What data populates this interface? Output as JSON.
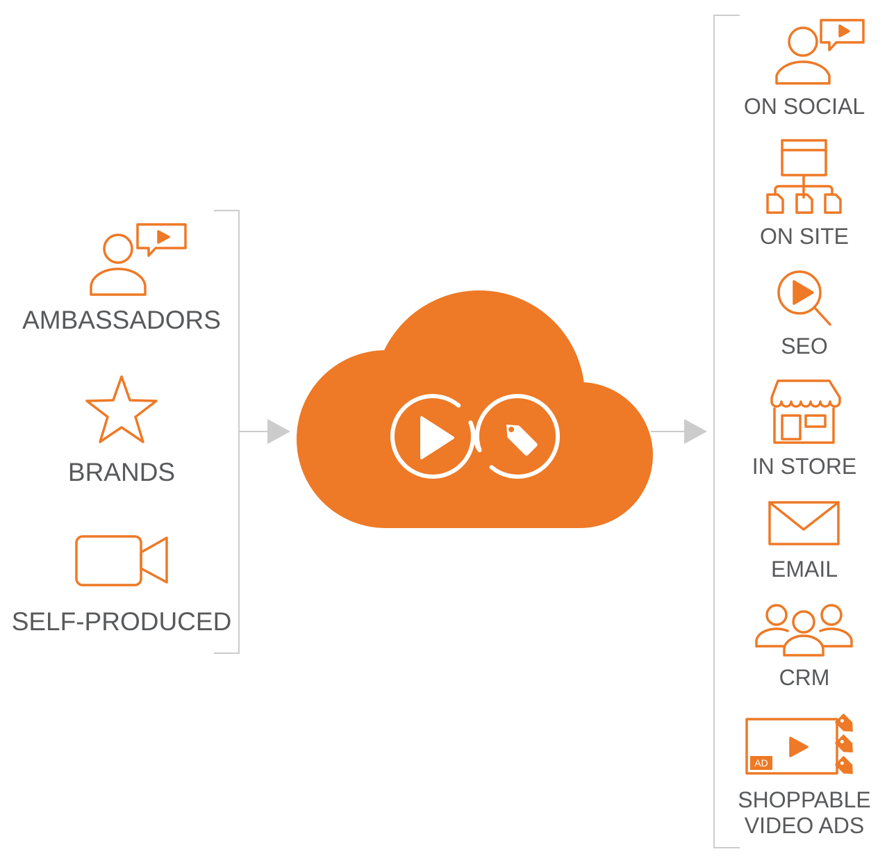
{
  "colors": {
    "accent": "#EE7926",
    "text": "#58595B",
    "connector": "#CCCCCC"
  },
  "sources": [
    {
      "label": "AMBASSADORS",
      "icon": "person-speech-bubble-icon"
    },
    {
      "label": "BRANDS",
      "icon": "star-icon"
    },
    {
      "label": "SELF-PRODUCED",
      "icon": "video-camera-icon"
    }
  ],
  "hub": {
    "icon": "cloud-play-tag-icon"
  },
  "channels": [
    {
      "label": "ON SOCIAL",
      "icon": "person-speech-bubble-icon"
    },
    {
      "label": "ON SITE",
      "icon": "sitemap-icon"
    },
    {
      "label": "SEO",
      "icon": "search-play-icon"
    },
    {
      "label": "IN STORE",
      "icon": "storefront-icon"
    },
    {
      "label": "EMAIL",
      "icon": "envelope-icon"
    },
    {
      "label": "CRM",
      "icon": "people-group-icon"
    },
    {
      "label": "SHOPPABLE VIDEO ADS",
      "line1": "SHOPPABLE",
      "line2": "VIDEO ADS",
      "badge": "AD",
      "icon": "video-ad-tags-icon"
    }
  ]
}
